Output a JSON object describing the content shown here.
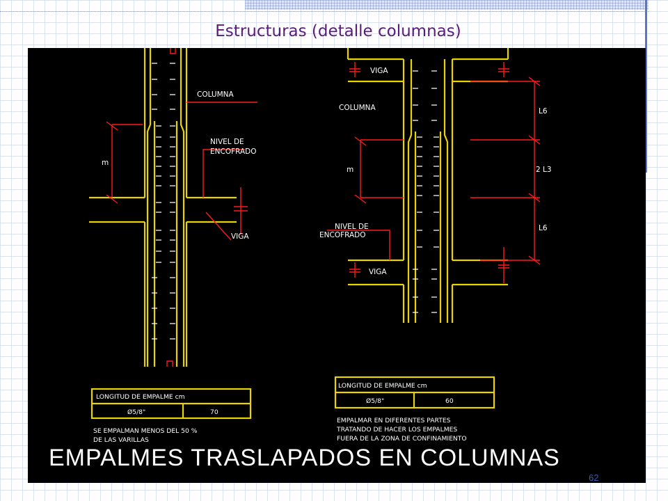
{
  "slide": {
    "title": "Estructuras (detalle columnas)",
    "slide_number": "62"
  },
  "drawing": {
    "left_detail": {
      "label_columna": "COLUMNA",
      "label_nivel_1": "NIVEL DE",
      "label_nivel_2": "ENCOFRADO",
      "label_viga": "VIGA",
      "dim_m": "m",
      "table_header": "LONGITUD DE EMPALME cm",
      "table_bar": "Ø5/8\"",
      "table_value": "70",
      "note_1": "SE EMPALMAN MENOS DEL 50 %",
      "note_2": "DE LAS VARILLAS"
    },
    "right_detail": {
      "label_viga_top": "VIGA",
      "label_columna": "COLUMNA",
      "dim_m": "m",
      "label_nivel_1": "NIVEL DE",
      "label_nivel_2": "ENCOFRADO",
      "label_viga_bottom": "VIGA",
      "dim_l6_top": "L6",
      "dim_l3": "2 L3",
      "dim_l6_bottom": "L6",
      "table_header": "LONGITUD DE EMPALME cm",
      "table_bar": "Ø5/8\"",
      "table_value": "60",
      "note_1": "EMPALMAR EN DIFERENTES PARTES",
      "note_2": "TRATANDO DE HACER LOS EMPALMES",
      "note_3": "FUERA DE LA ZONA DE CONFINAMIENTO"
    },
    "caption": "EMPALMES TRASLAPADOS EN COLUMNAS"
  },
  "colors": {
    "title": "#5a1a7a",
    "drawing_background": "#000000",
    "member_lines": "#e8d400",
    "dimension_lines": "#ff1a1a",
    "stirrups": "#ffffff",
    "accent_bar": "#5b74c4"
  }
}
